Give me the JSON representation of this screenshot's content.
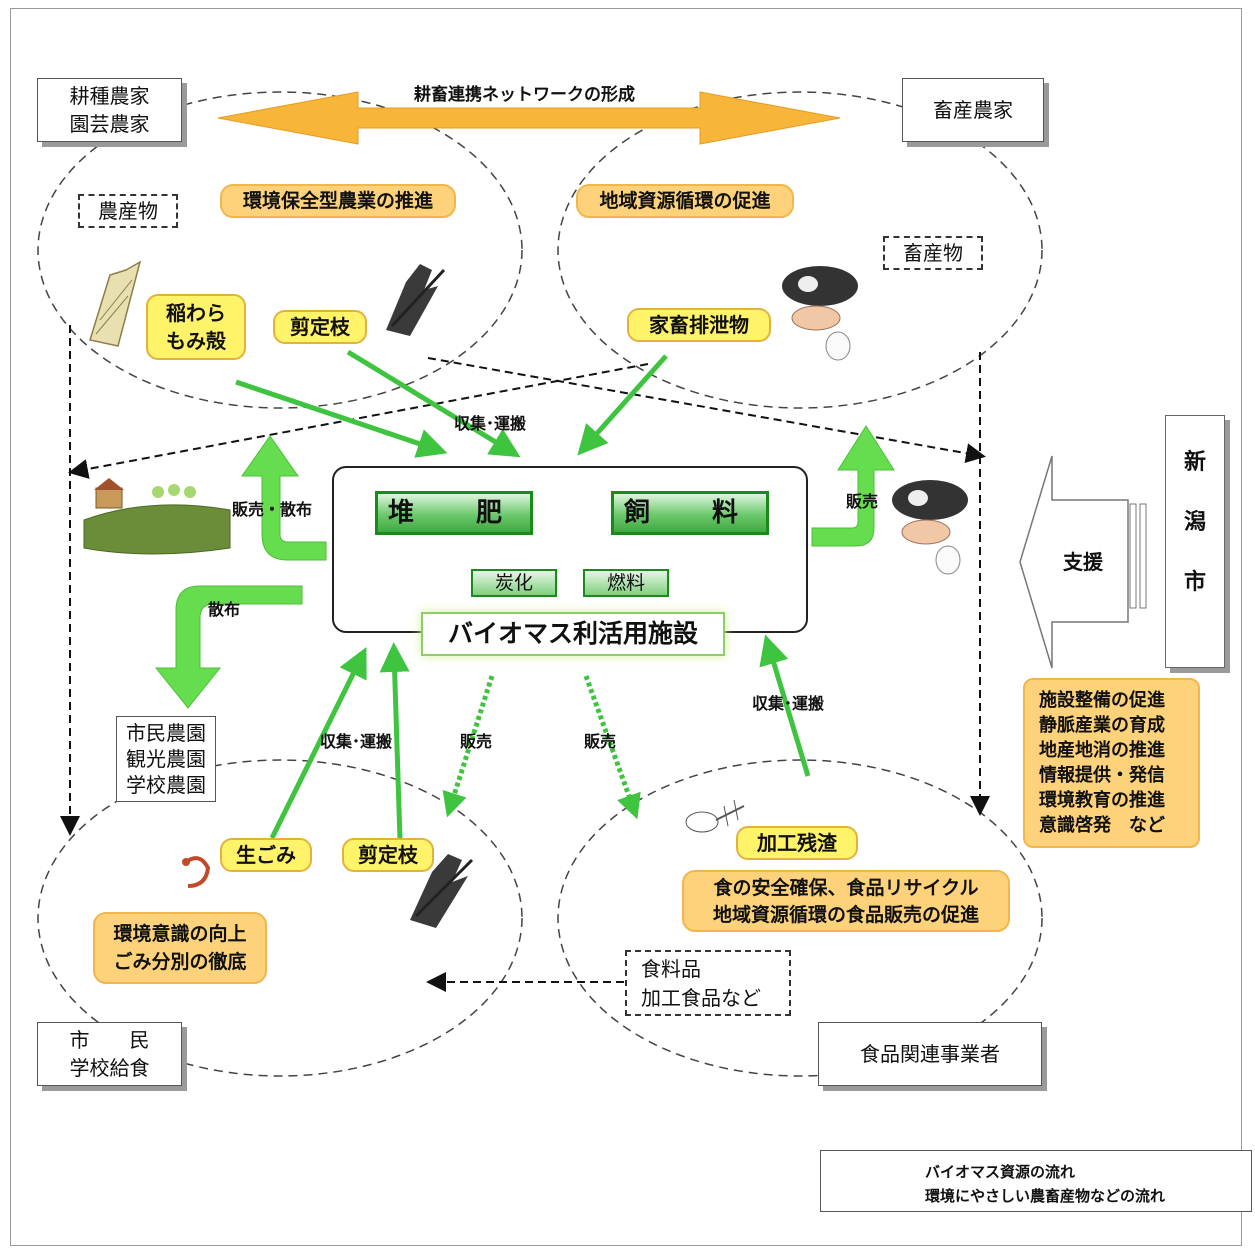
{
  "actors": {
    "crop_farmer_line1": "耕種農家",
    "crop_farmer_line2": "園芸農家",
    "livestock_farmer": "畜産農家",
    "citizen_line1": "市　　民",
    "citizen_line2": "学校給食",
    "food_business": "食品関連事業者",
    "city": [
      "新",
      "潟",
      "市"
    ]
  },
  "network_label": "耕畜連携ネットワークの形成",
  "products": {
    "farm_products": "農産物",
    "livestock_products": "畜産物",
    "food_items_line1": "食料品",
    "food_items_line2": "加工食品など"
  },
  "goals": {
    "env_agriculture": "環境保全型農業の推進",
    "resource_cycle": "地域資源循環の促進",
    "awareness_line1": "環境意識の向上",
    "awareness_line2": "ごみ分別の徹底",
    "food_safety_line1": "食の安全確保、食品リサイクル",
    "food_safety_line2": "地域資源循環の食品販売の促進"
  },
  "resources": {
    "straw_line1": "稲わら",
    "straw_line2": "もみ殻",
    "pruned_branches": "剪定枝",
    "livestock_waste": "家畜排泄物",
    "kitchen_waste": "生ごみ",
    "pruned_branches_2": "剪定枝",
    "processing_residue": "加工残渣"
  },
  "facility": {
    "name": "バイオマス利活用施設",
    "compost": "堆　肥",
    "feed": "飼　料",
    "carbonization": "炭化",
    "fuel": "燃料"
  },
  "flow_labels": {
    "collect_transport_top": "収集･運搬",
    "collect_transport_left": "収集･運搬",
    "collect_transport_right": "収集･運搬",
    "sell_spread": "販売・散布",
    "sell_right": "販売",
    "spread": "散布",
    "sell_bottom_left": "販売",
    "sell_bottom_right": "販売"
  },
  "gardens": {
    "line1": "市民農園",
    "line2": "観光農園",
    "line3": "学校農園"
  },
  "support": {
    "label": "支援",
    "items": [
      "施設整備の促進",
      "静脈産業の育成",
      "地産地消の推進",
      "情報提供・発信",
      "環境教育の推進",
      "意識啓発　など"
    ]
  },
  "legend": {
    "biomass_flow": "バイオマス資源の流れ",
    "eco_products_flow": "環境にやさしい農畜産物などの流れ"
  },
  "colors": {
    "green_arrow": "#5fd23c",
    "orange_arrow": "#f7b63a",
    "pill_fill": "#fdd27a",
    "resource_fill": "#fff36a"
  },
  "icons": [
    "straw-bundle-icon",
    "branches-icon",
    "cow-pig-chicken-icon",
    "vegetable-field-icon",
    "fish-bone-icon",
    "shrimp-icon"
  ]
}
